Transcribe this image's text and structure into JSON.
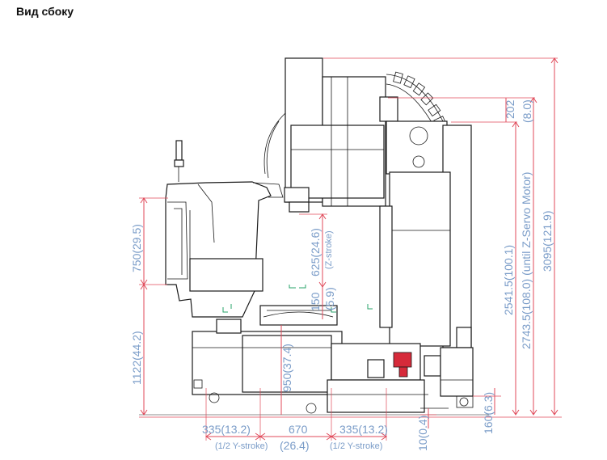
{
  "title": "Вид сбоку",
  "dims": {
    "d202": "202",
    "d8_0": "(8.0)",
    "d2541": "2541.5(100.1)",
    "d2743": "2743.5(108.0) (until Z-Servo Motor)",
    "d3095": "3095(121.9)",
    "d750": "750(29.5)",
    "d1122": "1122(44.2)",
    "d625": "625(24.6)",
    "zstroke": "(Z-stroke)",
    "d150": "150",
    "d5_9": "(5.9)",
    "d950": "950(37.4)",
    "d335a": "335(13.2)",
    "d670": "670",
    "d26_4": "(26.4)",
    "d335b": "335(13.2)",
    "ystroke_a": "(1/2 Y-stroke)",
    "ystroke_b": "(1/2 Y-stroke)",
    "d10": "10(0.4)",
    "d160": "160(6.3)"
  },
  "colors": {
    "dimension_line": "#e04a5a",
    "dimension_text": "#7a9cc8",
    "machine_line": "#1a1a1a",
    "accent_green": "#27a36a",
    "accent_red": "#d62a3a"
  }
}
